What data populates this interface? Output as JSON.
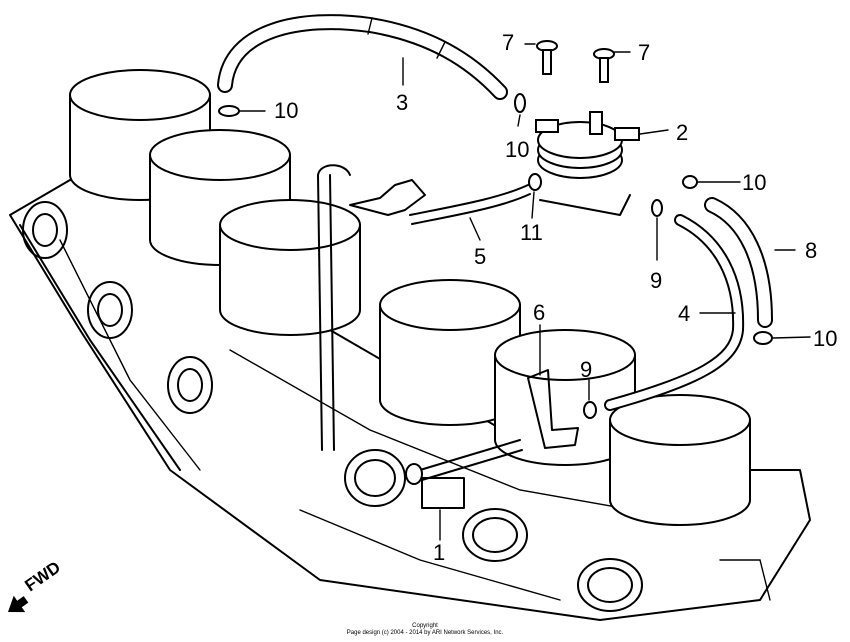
{
  "callouts": {
    "p1": "1",
    "p2": "2",
    "p3": "3",
    "p4": "4",
    "p5": "5",
    "p6": "6",
    "p7a": "7",
    "p7b": "7",
    "p8": "8",
    "p9a": "9",
    "p9b": "9",
    "p10a": "10",
    "p10b": "10",
    "p10c": "10",
    "p10d": "10",
    "p11": "11"
  },
  "direction_label": "FWD",
  "copyright": {
    "line1": "Copyright",
    "line2": "Page design (c) 2004 - 2014 by ARI Network Services, Inc."
  }
}
